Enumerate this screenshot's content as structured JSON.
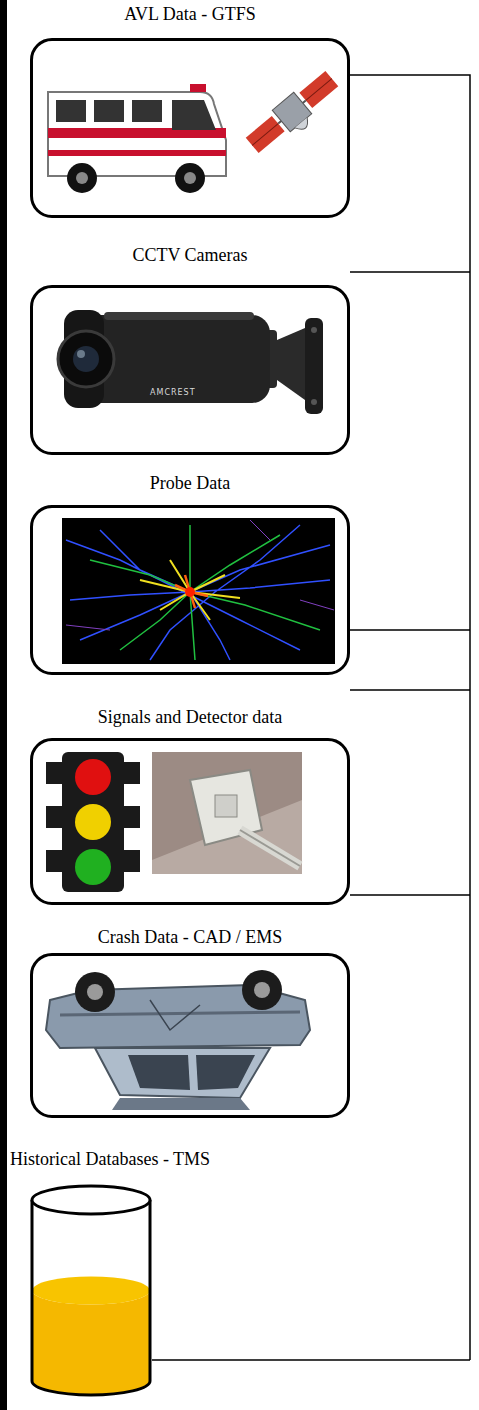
{
  "diagram": {
    "nodes": [
      {
        "text": [
          "AVL Data - GTFS"
        ]
      },
      {
        "text": [
          "CCTV Cameras"
        ]
      },
      {
        "text": [
          "Probe Data"
        ]
      },
      {
        "text": [
          "Signals and Detector data"
        ]
      },
      {
        "text": [
          "Crash Data - CAD / EMS"
        ]
      },
      {
        "text": [
          "Historical Databases - TMS"
        ]
      }
    ],
    "labels": [
      "AMCREST"
    ]
  }
}
